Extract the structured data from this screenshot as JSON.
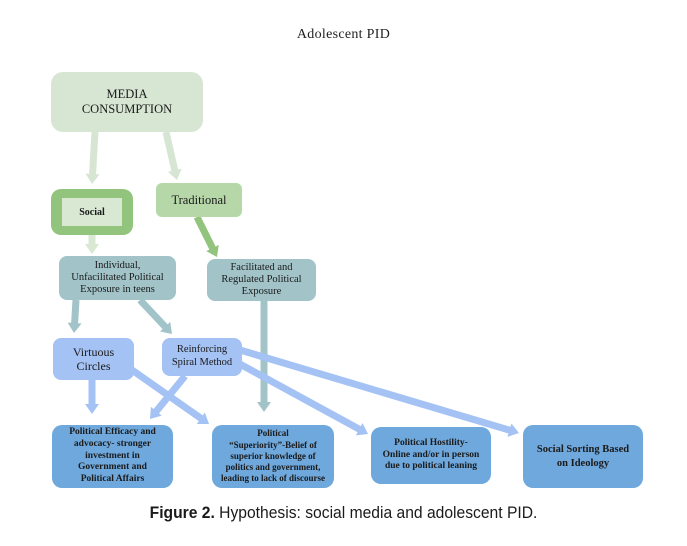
{
  "header": {
    "title": "Adolescent PID"
  },
  "nodes": {
    "media": [
      "MEDIA",
      "CONSUMPTION"
    ],
    "social": "Social",
    "traditional": "Traditional",
    "individual": [
      "Individual,",
      "Unfacilitated Political",
      "Exposure in teens"
    ],
    "facilitated": [
      "Facilitated and",
      "Regulated Political",
      "Exposure"
    ],
    "virtuous": [
      "Virtuous",
      "Circles"
    ],
    "reinforcing": [
      "Reinforcing",
      "Spiral Method"
    ],
    "efficacy": [
      "Political Efficacy and",
      "advocacy- stronger",
      "investment in",
      "Government and",
      "Political Affairs"
    ],
    "superiority": [
      "Political",
      "“Superiority”-Belief of",
      "superior knowledge of",
      "politics and government,",
      "leading to lack of discourse"
    ],
    "hostility": [
      "Political Hostility-",
      "Online and/or in person",
      "due to political leaning"
    ],
    "sorting": [
      "Social Sorting Based",
      "on Ideology"
    ]
  },
  "edges": [
    {
      "from": "media",
      "to": "social",
      "color": "#d6e6d3"
    },
    {
      "from": "media",
      "to": "traditional",
      "color": "#d6e6d3"
    },
    {
      "from": "social",
      "to": "individual",
      "color": "#d8e8d3"
    },
    {
      "from": "traditional",
      "to": "facilitated",
      "color": "#93c47d"
    },
    {
      "from": "individual",
      "to": "virtuous",
      "color": "#a2c4c9"
    },
    {
      "from": "individual",
      "to": "reinforcing",
      "color": "#a2c4c9"
    },
    {
      "from": "facilitated",
      "to": "superiority",
      "color": "#a2c4c9"
    },
    {
      "from": "virtuous",
      "to": "efficacy",
      "color": "#a4c2f4"
    },
    {
      "from": "virtuous",
      "to": "superiority",
      "color": "#a4c2f4"
    },
    {
      "from": "reinforcing",
      "to": "efficacy",
      "color": "#a4c2f4"
    },
    {
      "from": "reinforcing",
      "to": "hostility",
      "color": "#a4c2f4"
    },
    {
      "from": "reinforcing",
      "to": "sorting",
      "color": "#a4c2f4"
    }
  ],
  "caption": {
    "label": "Figure 2.",
    "text": " Hypothesis: social media and adolescent PID."
  }
}
